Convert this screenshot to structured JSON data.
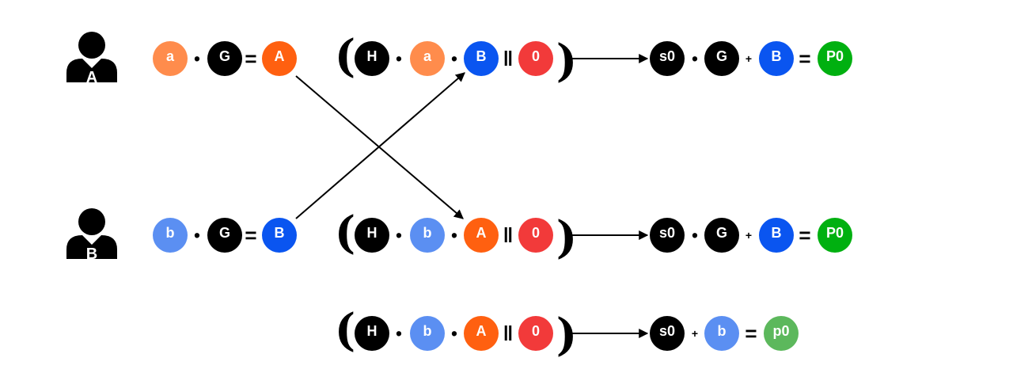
{
  "colors": {
    "orange_light": "#FF8C4C",
    "orange": "#FF6010",
    "black": "#000000",
    "blue": "#0A55F0",
    "blue_light": "#5B8FF2",
    "red": "#F23A3A",
    "green": "#00B010",
    "green_light": "#5CB85C"
  },
  "users": [
    {
      "label": "A",
      "icon": "person-icon"
    },
    {
      "label": "B",
      "icon": "person-icon"
    }
  ],
  "row_a": {
    "equation": [
      {
        "label": "a",
        "color": "orange_light"
      },
      {
        "op": "•"
      },
      {
        "label": "G",
        "color": "black"
      },
      {
        "op": "="
      },
      {
        "label": "A",
        "color": "orange"
      }
    ],
    "hash": [
      {
        "label": "H",
        "color": "black"
      },
      {
        "op": "•"
      },
      {
        "label": "a",
        "color": "orange_light"
      },
      {
        "op": "•"
      },
      {
        "label": "B",
        "color": "blue"
      },
      {
        "op": "‖"
      },
      {
        "label": "0",
        "color": "red"
      }
    ],
    "result": [
      {
        "label": "s0",
        "color": "black"
      },
      {
        "op": "•"
      },
      {
        "label": "G",
        "color": "black"
      },
      {
        "op": "+"
      },
      {
        "label": "B",
        "color": "blue"
      },
      {
        "op": "="
      },
      {
        "label": "P0",
        "color": "green"
      }
    ]
  },
  "row_b": {
    "equation": [
      {
        "label": "b",
        "color": "blue_light"
      },
      {
        "op": "•"
      },
      {
        "label": "G",
        "color": "black"
      },
      {
        "op": "="
      },
      {
        "label": "B",
        "color": "blue"
      }
    ],
    "hash": [
      {
        "label": "H",
        "color": "black"
      },
      {
        "op": "•"
      },
      {
        "label": "b",
        "color": "blue_light"
      },
      {
        "op": "•"
      },
      {
        "label": "A",
        "color": "orange"
      },
      {
        "op": "‖"
      },
      {
        "label": "0",
        "color": "red"
      }
    ],
    "result": [
      {
        "label": "s0",
        "color": "black"
      },
      {
        "op": "•"
      },
      {
        "label": "G",
        "color": "black"
      },
      {
        "op": "+"
      },
      {
        "label": "B",
        "color": "blue"
      },
      {
        "op": "="
      },
      {
        "label": "P0",
        "color": "green"
      }
    ]
  },
  "row_c": {
    "hash": [
      {
        "label": "H",
        "color": "black"
      },
      {
        "op": "•"
      },
      {
        "label": "b",
        "color": "blue_light"
      },
      {
        "op": "•"
      },
      {
        "label": "A",
        "color": "orange"
      },
      {
        "op": "‖"
      },
      {
        "label": "0",
        "color": "red"
      }
    ],
    "result": [
      {
        "label": "s0",
        "color": "black"
      },
      {
        "op": "+"
      },
      {
        "label": "b",
        "color": "blue_light"
      },
      {
        "op": "="
      },
      {
        "label": "p0",
        "color": "green_light"
      }
    ]
  },
  "brackets": {
    "open": "(",
    "close": ")"
  }
}
